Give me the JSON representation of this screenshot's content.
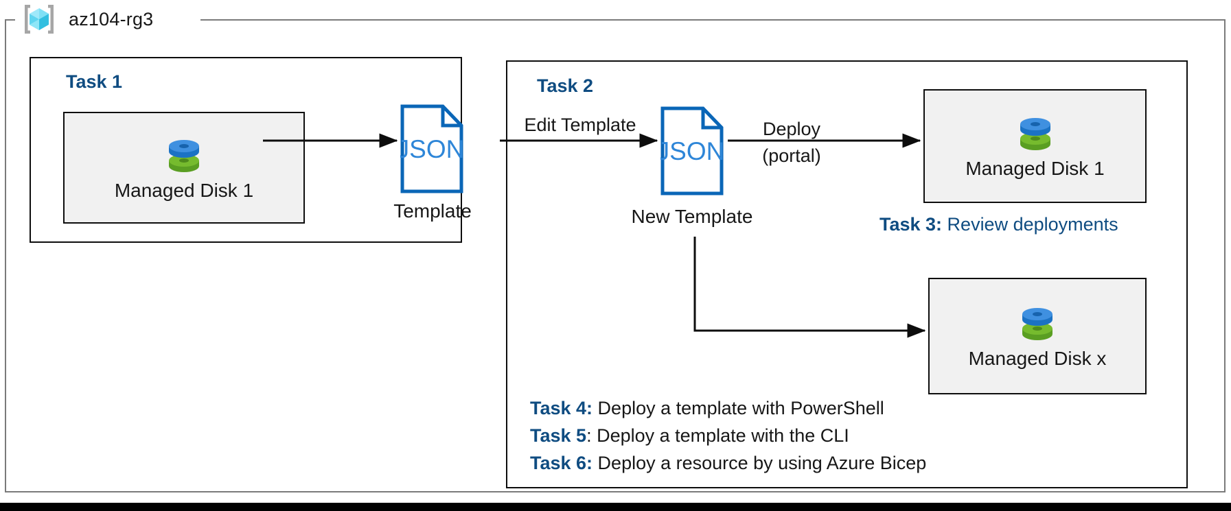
{
  "resource_group": {
    "name": "az104-rg3",
    "icon": "azure-resource-group-icon"
  },
  "panels": {
    "task1": {
      "heading": "Task 1",
      "resource": {
        "icon": "managed-disk-icon",
        "label": "Managed Disk 1"
      },
      "template": {
        "icon": "json-document-icon",
        "doc_label": "JSON",
        "caption": "Template"
      }
    },
    "task2": {
      "heading": "Task 2",
      "edge_label_edit": "Edit Template",
      "template": {
        "icon": "json-document-icon",
        "doc_label": "JSON",
        "caption": "New Template"
      },
      "edge_label_deploy_line1": "Deploy",
      "edge_label_deploy_line2": "(portal)",
      "resource_top": {
        "icon": "managed-disk-icon",
        "label": "Managed Disk 1"
      },
      "resource_bottom": {
        "icon": "managed-disk-icon",
        "label": "Managed Disk x"
      }
    }
  },
  "task_notes": [
    {
      "key": "Task 3:",
      "text": " Review deployments"
    },
    {
      "key": "Task 4:",
      "text": " Deploy a template with PowerShell"
    },
    {
      "key": "Task 5",
      "text": ": Deploy a template with the CLI"
    },
    {
      "key": "Task 6:",
      "text": " Deploy a resource by using Azure Bicep"
    }
  ],
  "colors": {
    "task_heading_blue": "#0f4c81",
    "json_blue": "#0a66b7",
    "disk_blue": "#3a8ddd",
    "disk_green": "#6bb52e",
    "resource_fill": "#f1f1f1",
    "panel_border": "#0d0d0d",
    "rg_border": "#7a7a7a",
    "cube_cyan": "#7fe3f7"
  }
}
